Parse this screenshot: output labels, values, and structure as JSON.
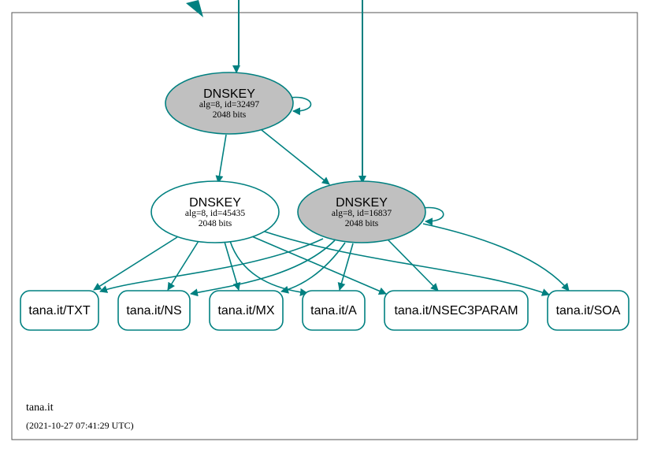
{
  "zone": {
    "name": "tana.it",
    "timestamp": "(2021-10-27 07:41:29 UTC)"
  },
  "colors": {
    "edge": "#008080",
    "node_border": "#008080",
    "ksk_fill": "#c0c0c0",
    "zsk_fill": "#ffffff",
    "frame": "#555555"
  },
  "keys": [
    {
      "id": "dnskey-32497",
      "label": "DNSKEY",
      "line1": "alg=8, id=32497",
      "line2": "2048 bits",
      "filled": true
    },
    {
      "id": "dnskey-45435",
      "label": "DNSKEY",
      "line1": "alg=8, id=45435",
      "line2": "2048 bits",
      "filled": false
    },
    {
      "id": "dnskey-16837",
      "label": "DNSKEY",
      "line1": "alg=8, id=16837",
      "line2": "2048 bits",
      "filled": true
    }
  ],
  "rrsets": [
    {
      "id": "rr-txt",
      "label": "tana.it/TXT"
    },
    {
      "id": "rr-ns",
      "label": "tana.it/NS"
    },
    {
      "id": "rr-mx",
      "label": "tana.it/MX"
    },
    {
      "id": "rr-a",
      "label": "tana.it/A"
    },
    {
      "id": "rr-nsec3param",
      "label": "tana.it/NSEC3PARAM"
    },
    {
      "id": "rr-soa",
      "label": "tana.it/SOA"
    }
  ]
}
